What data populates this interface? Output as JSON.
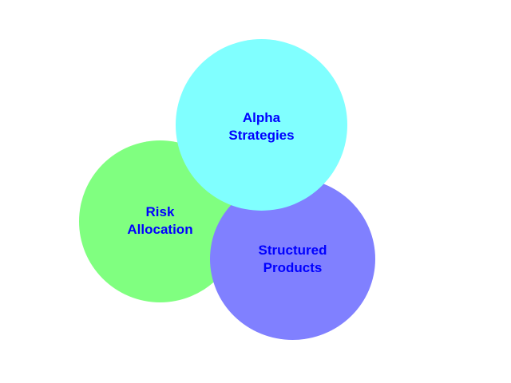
{
  "diagram": {
    "type": "venn",
    "circles": [
      {
        "id": "risk",
        "lines": [
          "Risk",
          "Allocation"
        ],
        "color": "#80ff80"
      },
      {
        "id": "struct",
        "lines": [
          "Structured",
          "Products"
        ],
        "color": "#8080ff"
      },
      {
        "id": "alpha",
        "lines": [
          "Alpha",
          "Strategies"
        ],
        "color": "#80ffff"
      }
    ],
    "text_color": "#0000ff"
  }
}
